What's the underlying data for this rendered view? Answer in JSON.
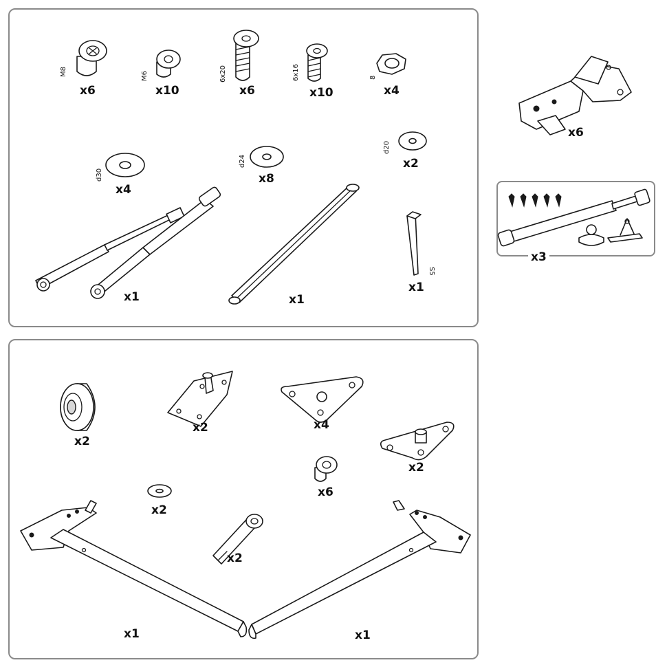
{
  "top_panel": {
    "screw_m8": {
      "size": "M8",
      "qty": "x6"
    },
    "screw_m6": {
      "size": "M6",
      "qty": "x10"
    },
    "bolt_6x20": {
      "size": "6x20",
      "qty": "x6"
    },
    "bolt_6x16": {
      "size": "6x16",
      "qty": "x10"
    },
    "nut_8": {
      "size": "8",
      "qty": "x4"
    },
    "washer_d30": {
      "size": "d30",
      "qty": "x4"
    },
    "washer_d24": {
      "size": "d24",
      "qty": "x8"
    },
    "washer_d20": {
      "size": "d20",
      "qty": "x2"
    },
    "gas_springs": {
      "qty": "x1"
    },
    "rod": {
      "qty": "x1"
    },
    "hex_key": {
      "size": "S5",
      "qty": "x1"
    }
  },
  "hinge": {
    "qty": "x6"
  },
  "strut_kit": {
    "qty": "x3"
  },
  "bottom_panel": {
    "wheel": {
      "qty": "x2"
    },
    "pin_plate": {
      "qty": "x2"
    },
    "triangle_plate": {
      "qty": "x4"
    },
    "triangle_plate_pin": {
      "qty": "x2"
    },
    "bushing": {
      "qty": "x6"
    },
    "small_washer": {
      "qty": "x2"
    },
    "axle_bolt": {
      "qty": "x2"
    },
    "arm_left": {
      "qty": "x1"
    },
    "arm_right": {
      "qty": "x1"
    }
  }
}
